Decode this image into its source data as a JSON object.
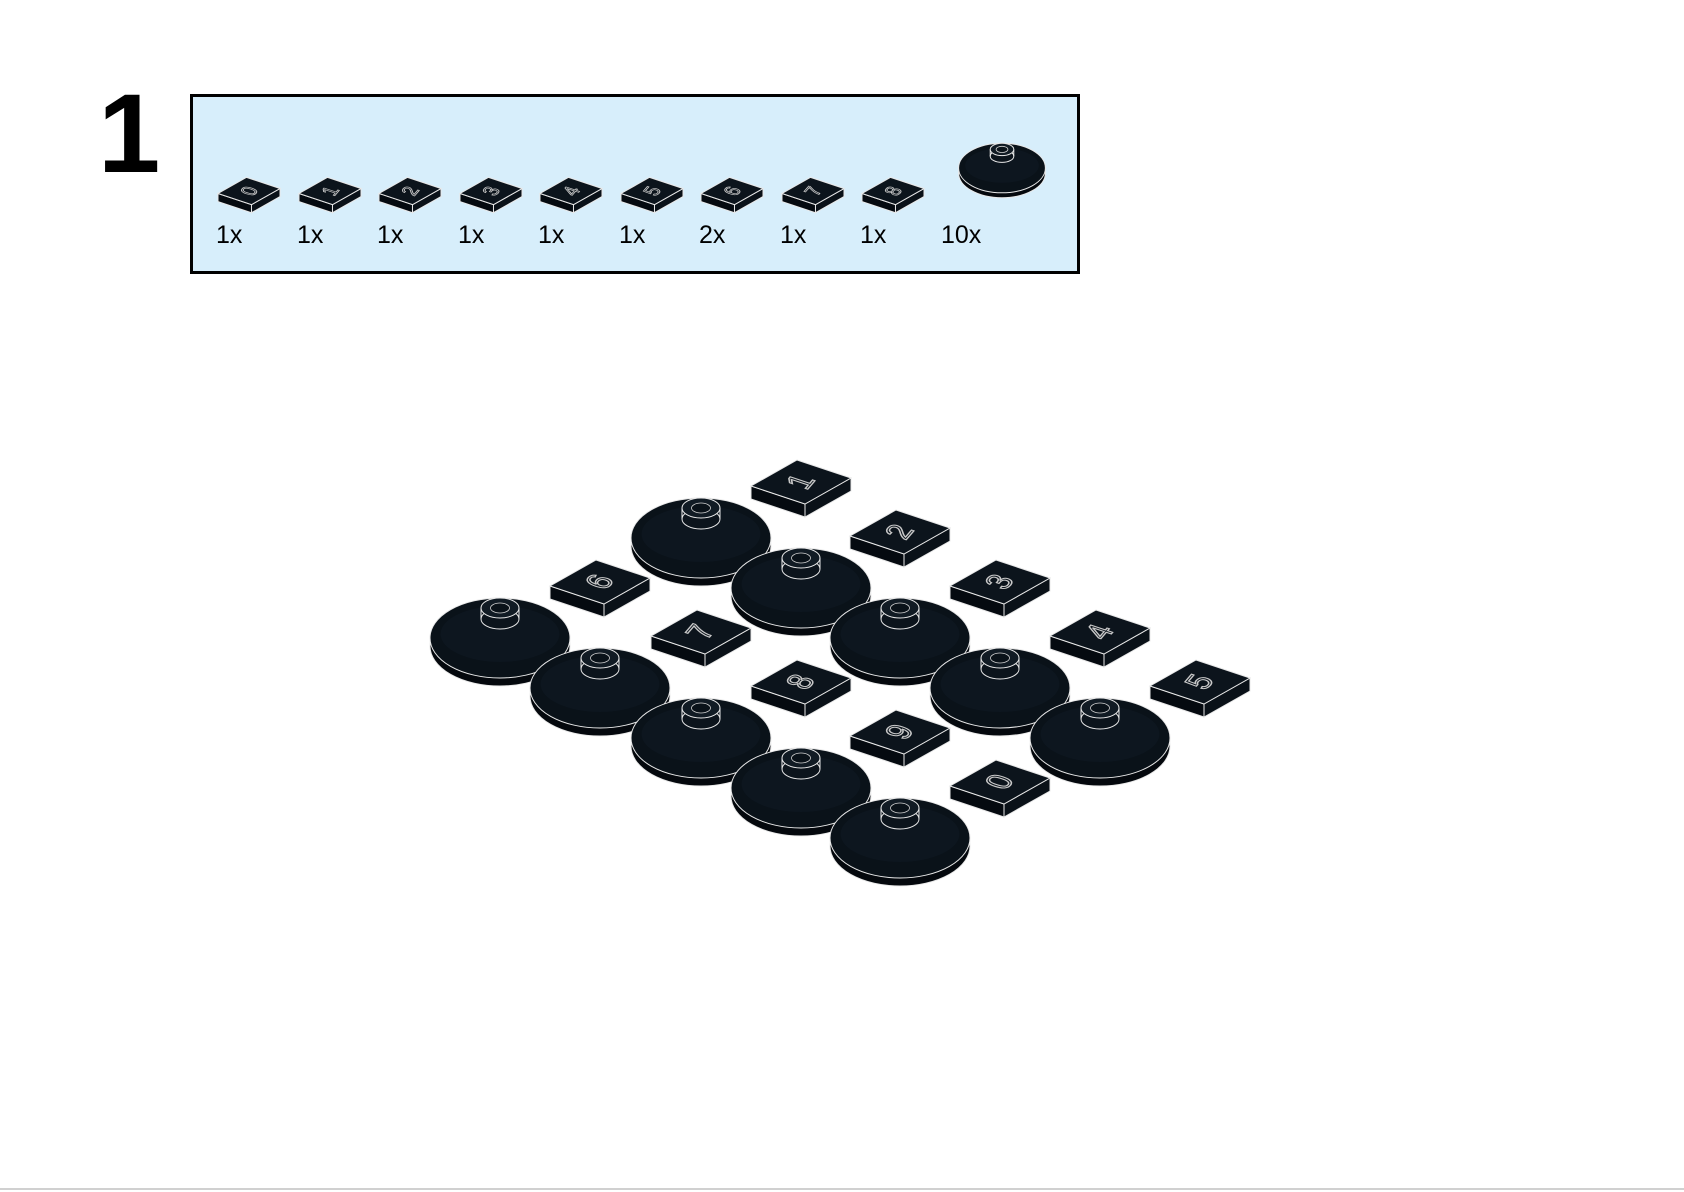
{
  "step": {
    "number": "1"
  },
  "parts_list": {
    "background_color": "#d7eefb",
    "items": [
      {
        "type": "tile",
        "label": "0",
        "quantity": "1x"
      },
      {
        "type": "tile",
        "label": "1",
        "quantity": "1x"
      },
      {
        "type": "tile",
        "label": "2",
        "quantity": "1x"
      },
      {
        "type": "tile",
        "label": "3",
        "quantity": "1x"
      },
      {
        "type": "tile",
        "label": "4",
        "quantity": "1x"
      },
      {
        "type": "tile",
        "label": "5",
        "quantity": "1x"
      },
      {
        "type": "tile",
        "label": "6",
        "quantity": "2x"
      },
      {
        "type": "tile",
        "label": "7",
        "quantity": "1x"
      },
      {
        "type": "tile",
        "label": "8",
        "quantity": "1x"
      },
      {
        "type": "dish",
        "label": "",
        "quantity": "10x"
      }
    ]
  },
  "assembly": {
    "tiles": [
      {
        "label": "1"
      },
      {
        "label": "2"
      },
      {
        "label": "3"
      },
      {
        "label": "4"
      },
      {
        "label": "5"
      },
      {
        "label": "6"
      },
      {
        "label": "7"
      },
      {
        "label": "8"
      },
      {
        "label": "9"
      },
      {
        "label": "0"
      }
    ],
    "dish_count": 10
  }
}
